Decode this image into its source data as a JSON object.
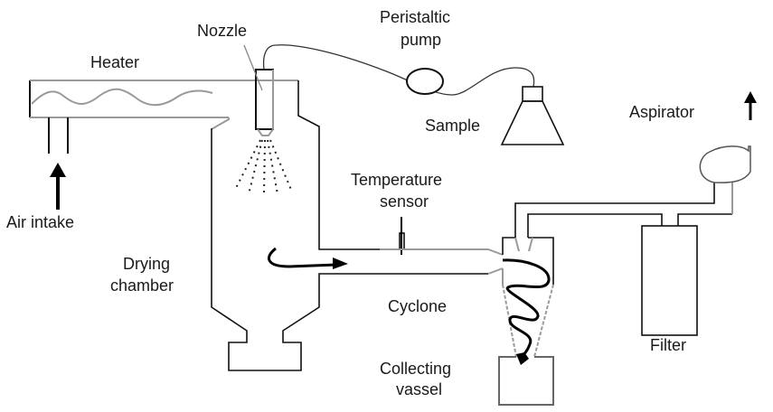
{
  "title": "Spray dryer schematic",
  "labels": {
    "heater": "Heater",
    "nozzle": "Nozzle",
    "pump_line1": "Peristaltic",
    "pump_line2": "pump",
    "sample": "Sample",
    "aspirator": "Aspirator",
    "air_intake": "Air intake",
    "temp_line1": "Temperature",
    "temp_line2": "sensor",
    "drying_line1": "Drying",
    "drying_line2": "chamber",
    "cyclone": "Cyclone",
    "filter": "Filter",
    "collect_line1": "Collecting",
    "collect_line2": "vassel"
  },
  "colors": {
    "line": "#111111",
    "grey_line": "#9a9a9a",
    "background": "#ffffff"
  }
}
